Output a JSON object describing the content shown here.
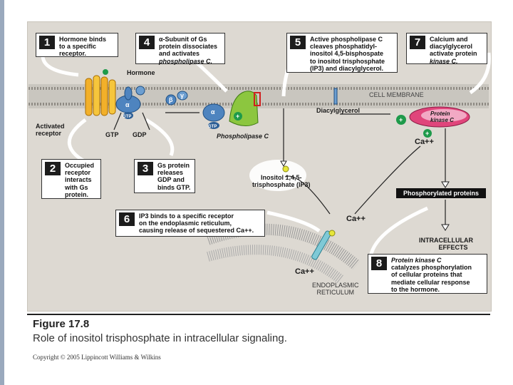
{
  "steps": [
    {
      "num": "1",
      "text": [
        "Hormone binds",
        "to a specific",
        "receptor."
      ]
    },
    {
      "num": "2",
      "text": [
        "Occupied",
        "receptor",
        "interacts",
        "with Gs",
        "protein."
      ]
    },
    {
      "num": "3",
      "text": [
        "Gs protein",
        "releases",
        "GDP and",
        "binds GTP."
      ]
    },
    {
      "num": "4",
      "text": [
        "α-Subunit of Gs",
        "protein dissociates",
        "and activates",
        "phospholipase C."
      ]
    },
    {
      "num": "5",
      "text": [
        "Active phospholipase C",
        "cleaves phosphatidyl-",
        "inositol 4,5-bisphospate",
        "to inositol trisphosphate",
        "(IP3) and diacylglycerol."
      ]
    },
    {
      "num": "6",
      "text": [
        "IP3 binds to a specific receptor",
        "on the endoplasmic reticulum,",
        "causing release of sequestered Ca++."
      ]
    },
    {
      "num": "7",
      "text": [
        "Calcium and",
        "diacylglycerol",
        "activate protein",
        "kinase C."
      ]
    },
    {
      "num": "8",
      "text": [
        "Protein kinase C",
        "catalyzes phosphorylation",
        "of cellular proteins that",
        "mediate cellular response",
        "to the hormone."
      ]
    }
  ],
  "labels": {
    "hormone": "Hormone",
    "activated_receptor": [
      "Activated",
      "receptor"
    ],
    "gtp": "GTP",
    "gdp": "GDP",
    "gtp_small": "GTP",
    "gtp_small2": "GTP",
    "alpha": "α",
    "beta": "β",
    "gamma": "γ",
    "phospholipase_c": "Phospholipase C",
    "cell_membrane": "CELL MEMBRANE",
    "diacylglycerol": "Diacylglycerol",
    "protein_kinase_c": [
      "Protein",
      "kinase C"
    ],
    "ca_top": "Ca++",
    "ca_mid": "Ca++",
    "ca_bottom": "Ca++",
    "ip3": [
      "Inositol 1,4,5-",
      "trisphosphate (IP3)"
    ],
    "phosphorylated": "Phosphorylated proteins",
    "intracellular": [
      "INTRACELLULAR",
      "EFFECTS"
    ],
    "er": [
      "ENDOPLASMIC",
      "RETICULUM"
    ],
    "plus": "+"
  },
  "figure": {
    "number": "Figure 17.8",
    "caption": "Role of inositol trisphosphate in intracellular signaling.",
    "copyright": "Copyright © 2005 Lippincott Williams & Wilkins"
  }
}
